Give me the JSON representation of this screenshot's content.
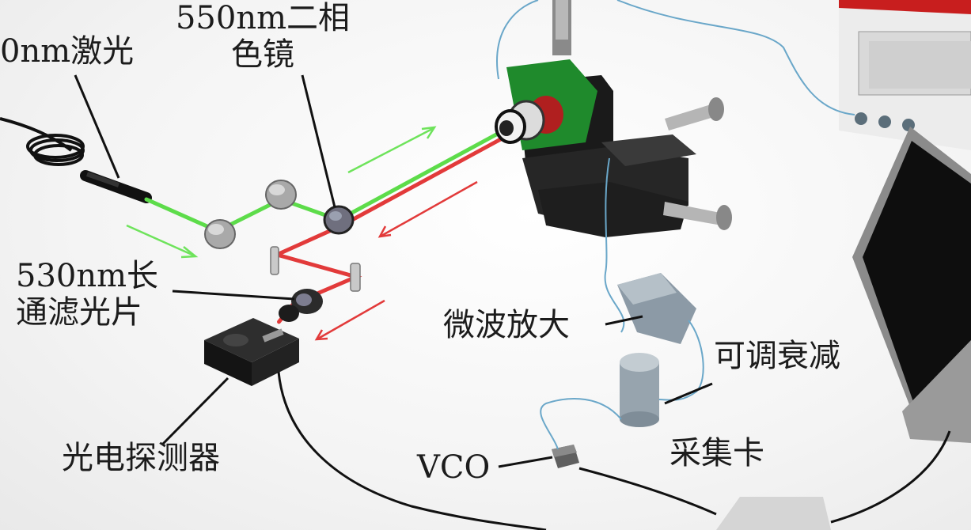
{
  "labels": {
    "laser": "0nm激光",
    "dichroic_line1": "550nm二相",
    "dichroic_line2": "色镜",
    "filter_line1": "530nm长",
    "filter_line2": "通滤光片",
    "detector": "光电探测器",
    "amplifier": "微波放大",
    "attenuator": "可调衰减",
    "vco": "VCO",
    "daq": "采集卡"
  },
  "colors": {
    "green_beam": "#5ddc4a",
    "red_beam": "#e23a3a",
    "instrument_red": "#c81e1e",
    "pcb_green": "#1f8a2c",
    "cable_blue": "#6aa7c9"
  }
}
